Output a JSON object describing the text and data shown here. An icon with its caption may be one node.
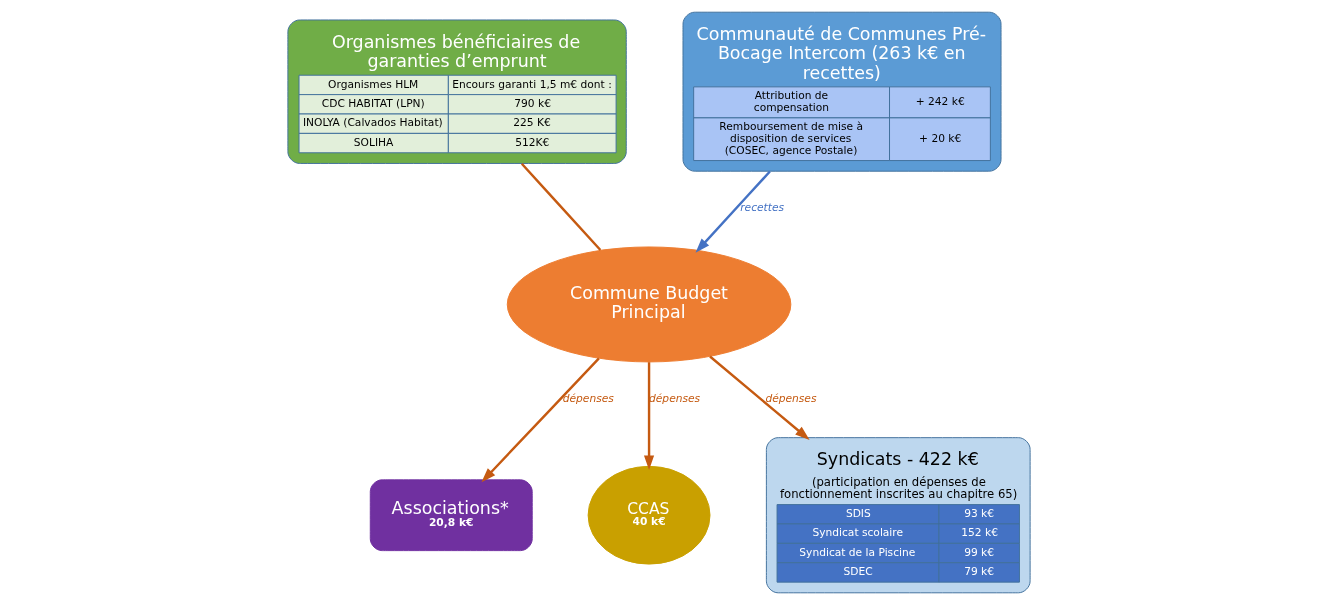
{
  "diagram": {
    "nodes": [
      {
        "text": [
          "Organismes bénéficiaires de garanties d’emprunt",
          "Organismes HLM",
          "Encours garanti 1,5 m€ dont :",
          "CDC HABITAT (LPN)",
          "790 k€",
          "INOLYA (Calvados Habitat)",
          "225 K€",
          "SOLIHA",
          "512K€"
        ]
      },
      {
        "text": [
          "Communauté de Communes Pré-Bocage Intercom (263 k€ en recettes)",
          "Attribution de compensation",
          "+ 242 k€",
          "Remboursement de mise à disposition de services (COSEC, agence Postale)",
          "+ 20 k€"
        ]
      },
      {
        "text": [
          "Commune Budget Principal"
        ]
      },
      {
        "text": [
          "Associations*",
          "20,8 k€"
        ]
      },
      {
        "text": [
          "CCAS",
          "40 k€"
        ]
      },
      {
        "text": [
          "Syndicats - 422 k€",
          "(participation en dépenses de fonctionnement inscrites au chapitre 65)",
          "SDIS",
          "93 k€",
          "Syndicat scolaire",
          "152 k€",
          "Syndicat de la Piscine",
          "99 k€",
          "SDEC",
          "79 k€"
        ]
      }
    ],
    "edges": [
      {
        "from": 0,
        "to": 2,
        "arrow": "none"
      },
      {
        "from": 1,
        "to": 2,
        "arrow": "to",
        "label": "recettes",
        "color": "#4472c4"
      },
      {
        "from": 2,
        "to": 3,
        "arrow": "to",
        "label": "dépenses"
      },
      {
        "from": 2,
        "to": 4,
        "arrow": "to",
        "label": "dépenses"
      },
      {
        "from": 2,
        "to": 5,
        "arrow": "to",
        "label": "dépenses"
      }
    ]
  }
}
